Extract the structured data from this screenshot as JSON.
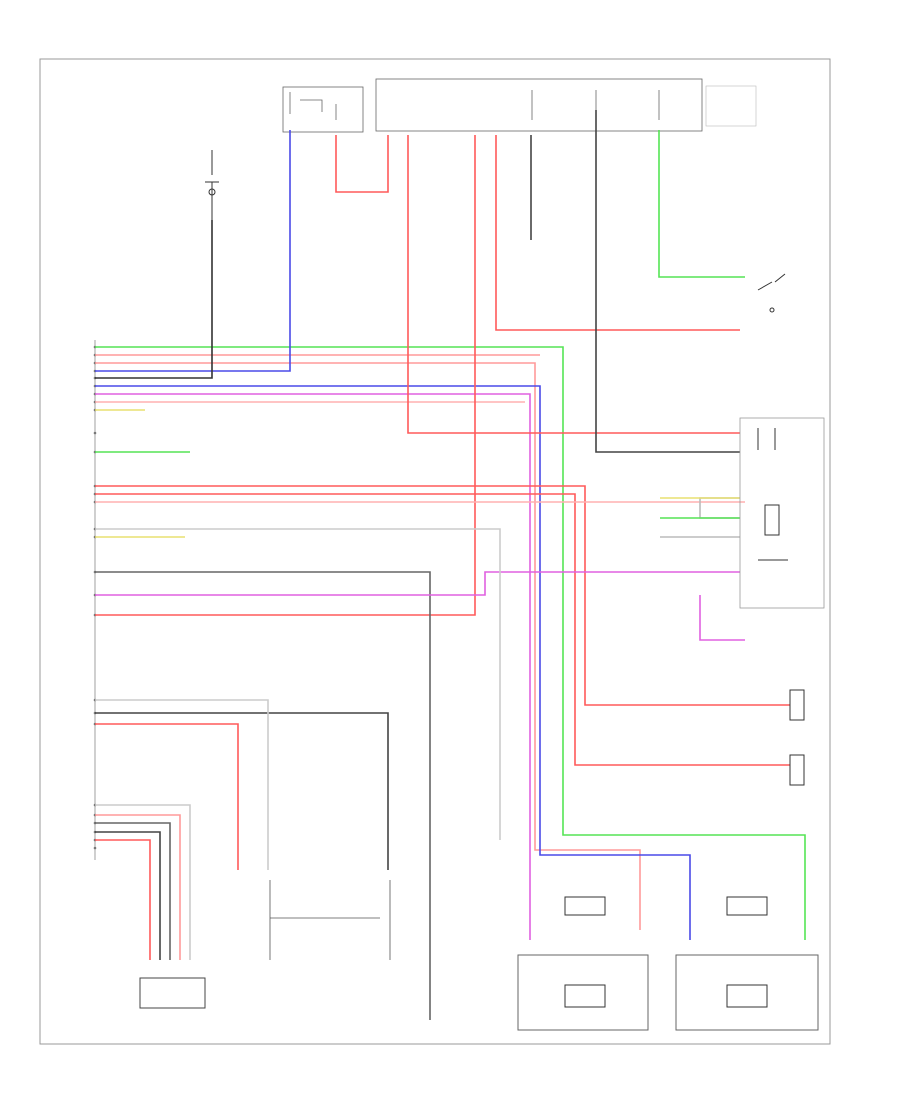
{
  "diagram": {
    "corner_label": "",
    "colors": {
      "red": "#ff5a5a",
      "pink": "#ffb0b0",
      "green": "#55e455",
      "blue": "#3a3ae8",
      "magenta": "#e060e0",
      "yellow": "#e8e070",
      "black": "#333333",
      "gray": "#bbbbbb"
    },
    "components": [
      {
        "id": "main-connector-block",
        "label": ""
      },
      {
        "id": "antenna-switch",
        "label": ""
      },
      {
        "id": "upper-fuse-block",
        "label": ""
      },
      {
        "id": "radio-receiver",
        "label": ""
      },
      {
        "id": "combination-switch",
        "label": ""
      },
      {
        "id": "front-pretensioner",
        "label": ""
      },
      {
        "id": "left-door-actuator",
        "label": ""
      },
      {
        "id": "right-door-actuator",
        "label": ""
      },
      {
        "id": "ground-connector",
        "label": ""
      },
      {
        "id": "junction-block",
        "label": ""
      }
    ]
  }
}
